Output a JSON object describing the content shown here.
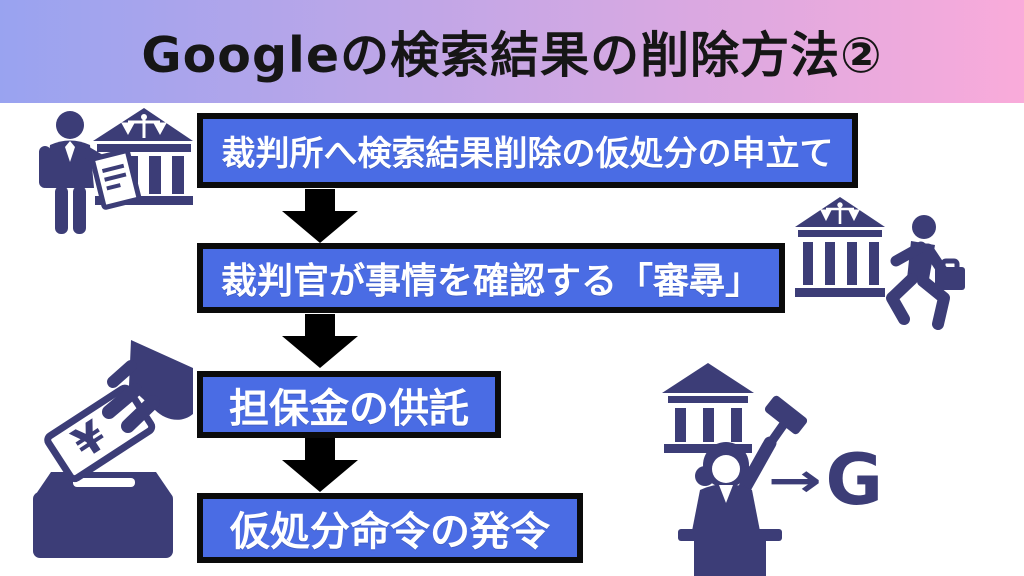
{
  "header": {
    "title": "Googleの検索結果の削除方法②"
  },
  "colors": {
    "header_gradient_left": "#99a3f0",
    "header_gradient_right": "#f9abda",
    "box_fill": "#4a6ce4",
    "box_border": "#0b0b0b",
    "box_text": "#ffffff",
    "icon_navy": "#3c3d77",
    "arrow_black": "#000000"
  },
  "flow_steps": [
    {
      "label": "裁判所へ検索結果削除の仮処分の申立て"
    },
    {
      "label": "裁判官が事情を確認する「審尋」"
    },
    {
      "label": "担保金の供託"
    },
    {
      "label": "仮処分命令の発令"
    }
  ],
  "annotations": {
    "yen_symbol": "¥",
    "arrow_to_google": "→",
    "google_initial": "G"
  }
}
